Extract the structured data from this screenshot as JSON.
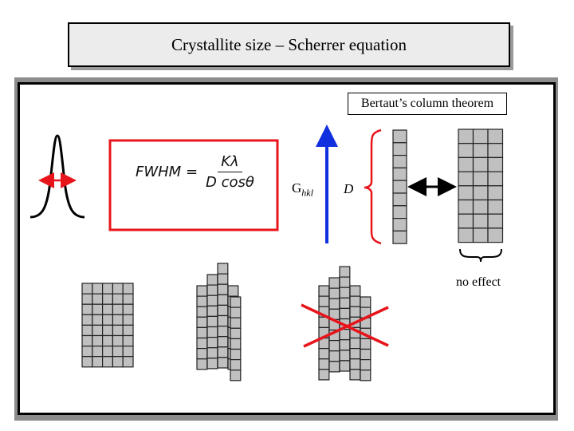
{
  "title": "Crystallite size – Scherrer equation",
  "bertaut_label": "Bertaut’s column theorem",
  "formula": {
    "lhs": "FWHM =",
    "numerator": "Kλ",
    "denominator": "D cosθ"
  },
  "ghkl": {
    "main": "G",
    "sub": "hkl"
  },
  "d_label": "D",
  "no_effect_label": "no effect",
  "icons": {
    "peak": "gaussian-peak-icon",
    "fwhm_arrow": "double-arrow-icon",
    "ghkl_arrow": "up-arrow-icon",
    "compare_arrow": "double-arrow-icon",
    "bracket": "left-bracket-icon",
    "brace": "underbrace-icon",
    "cross": "x-mark-icon"
  },
  "colors": {
    "red": "#e8141b",
    "blue": "#1030e0",
    "cell_fill": "#c0c0c0",
    "title_bg": "#ececec"
  }
}
